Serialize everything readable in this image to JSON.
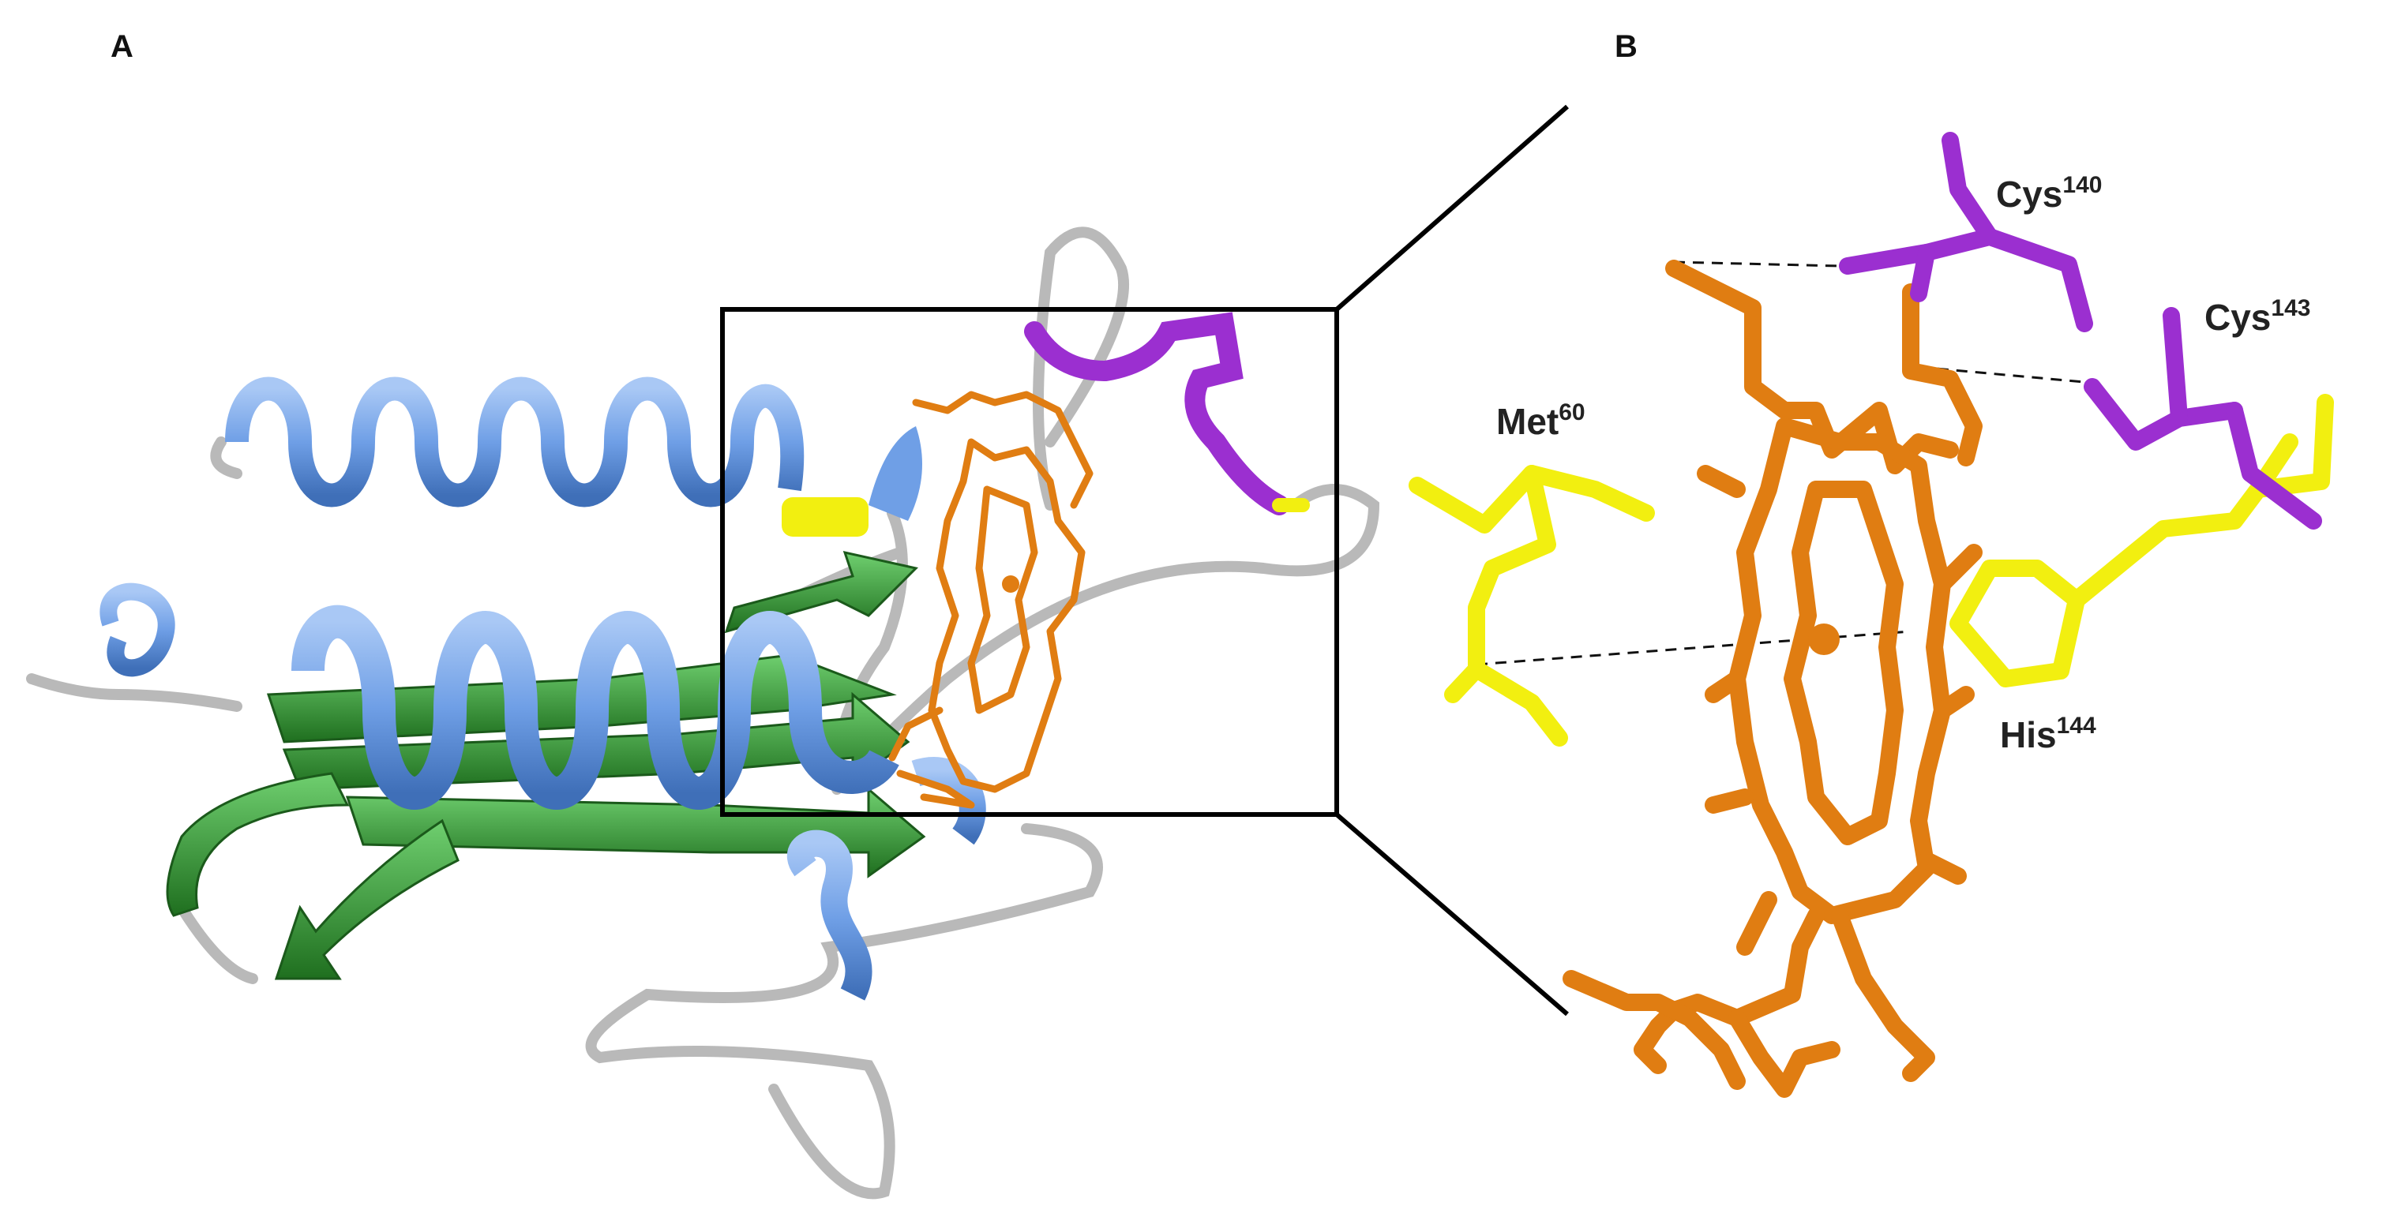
{
  "panels": {
    "a": {
      "letter": "A"
    },
    "b": {
      "letter": "B"
    }
  },
  "residues": [
    {
      "name": "Cys",
      "number": "140",
      "color": "#9b2fd0"
    },
    {
      "name": "Cys",
      "number": "143",
      "color": "#9b2fd0"
    },
    {
      "name": "Met",
      "number": "60",
      "color": "#f2ef10"
    },
    {
      "name": "His",
      "number": "144",
      "color": "#f2ef10"
    }
  ],
  "colors": {
    "helix": "#6f9fe6",
    "strand": "#2f8f2f",
    "coil": "#b7b7b7",
    "heme": "#e07d12",
    "cysteine": "#9b2fd0",
    "axial_ligand": "#f2ef10"
  }
}
